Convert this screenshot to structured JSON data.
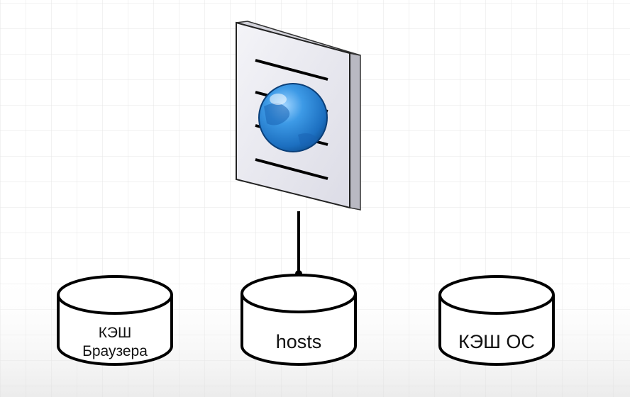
{
  "nodes": {
    "web_page": {
      "icon": "web-page-globe-icon"
    },
    "databases": [
      {
        "id": "browser-cache",
        "lines": [
          "КЭШ",
          "Браузера"
        ],
        "icon": "database-cylinder-icon"
      },
      {
        "id": "hosts",
        "lines": [
          "hosts"
        ],
        "icon": "database-cylinder-icon"
      },
      {
        "id": "os-cache",
        "lines": [
          "КЭШ ОС"
        ],
        "icon": "database-cylinder-icon"
      }
    ]
  },
  "connections": [
    {
      "from": "web_page",
      "to": "hosts"
    }
  ],
  "colors": {
    "grid": "#e6e6e6",
    "outline": "#000000",
    "page": "#ececf2",
    "page_side": "#bfbfc8",
    "globe": "#2f88d8"
  }
}
